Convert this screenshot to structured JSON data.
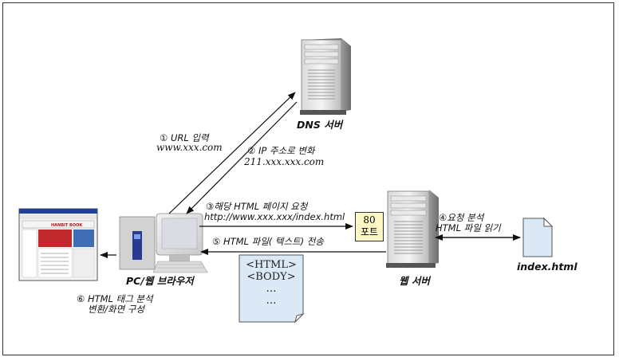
{
  "nodes": {
    "dns_server": "DNS 서버",
    "pc_browser": "PC/웹 브라우저",
    "web_server": "웹 서버",
    "file": "index.html"
  },
  "steps": {
    "s1_title": "① URL 입력",
    "s1_value": "www.xxx.com",
    "s2_title": "② IP 주소로 변화",
    "s2_value": "211.xxx.xxx.com",
    "s3_title": "③해당 HTML 페이지 요청",
    "s3_value": "http://www.xxx.xxx/index.html",
    "s4_title": "④요청 분석",
    "s4_value": "HTML 파일 읽기",
    "s5_title": "⑤ HTML 파일( 텍스트) 전송",
    "s6_title": "⑥ HTML 태그 분석",
    "s6_value": "변환/화면 구성"
  },
  "port": {
    "number": "80",
    "label": "포트"
  },
  "html_doc": {
    "line1": "<HTML>",
    "line2": "<BODY>",
    "line3": "…",
    "line4": "…"
  },
  "browser_screenshot": {
    "brand": "HANBIT BOOK"
  }
}
